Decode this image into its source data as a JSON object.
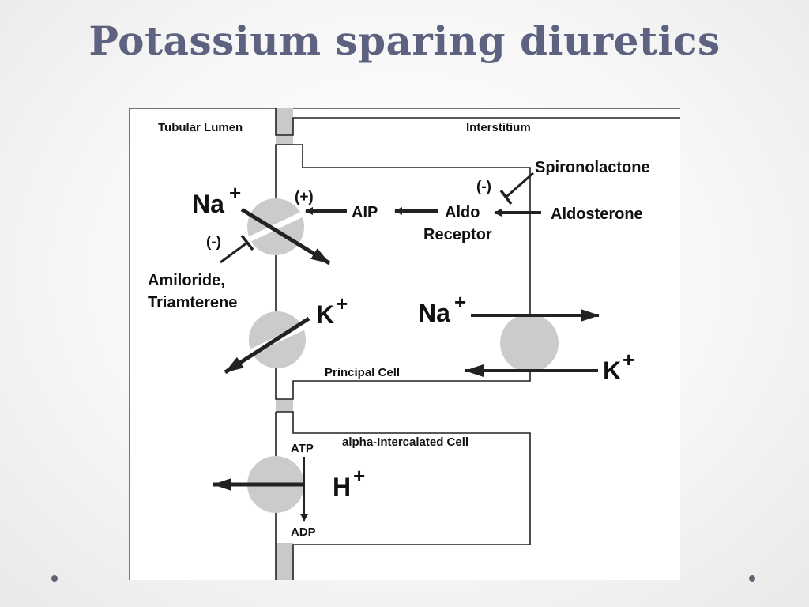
{
  "slide": {
    "title": "Potassium sparing diuretics"
  },
  "diagram": {
    "regions": {
      "tubular_lumen": "Tubular Lumen",
      "interstitium": "Interstitium",
      "principal_cell": "Principal Cell",
      "intercalated_cell": "alpha-Intercalated Cell"
    },
    "ions": {
      "na": "Na",
      "k": "K",
      "h": "H",
      "plus": "+"
    },
    "hormone_path": {
      "aip": "AIP",
      "aldo_line1": "Aldo",
      "aldo_line2": "Receptor",
      "aldosterone": "Aldosterone",
      "stimulate": "(+)"
    },
    "inhibitors": {
      "spironolactone": "Spironolactone",
      "spiro_effect": "(-)",
      "amiloride_effect": "(-)",
      "amiloride_line1": "Amiloride,",
      "amiloride_line2": "Triamterene"
    },
    "pump": {
      "atp": "ATP",
      "adp": "ADP"
    }
  }
}
